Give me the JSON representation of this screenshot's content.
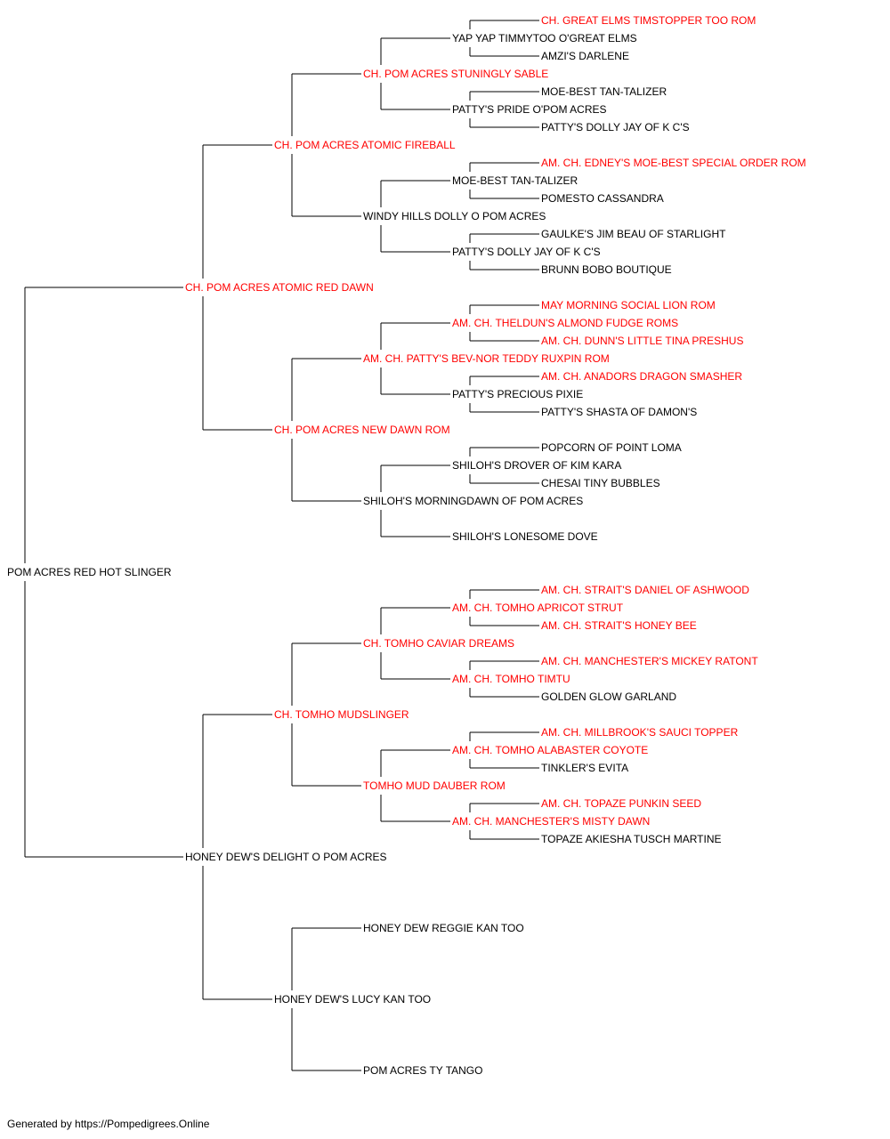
{
  "colors": {
    "champion": "#ff0000",
    "regular": "#000000",
    "line": "#000000"
  },
  "pedigree": {
    "subject": {
      "name": "POM ACRES RED HOT SLINGER",
      "champion": false
    },
    "sire": {
      "name": "CH. POM ACRES ATOMIC RED DAWN",
      "champion": true,
      "sire": {
        "name": "CH. POM ACRES ATOMIC FIREBALL",
        "champion": true,
        "sire": {
          "name": "CH. POM ACRES STUNINGLY SABLE",
          "champion": true,
          "sire": {
            "name": "YAP YAP TIMMYTOO O'GREAT ELMS",
            "champion": false,
            "sire": {
              "name": "CH. GREAT ELMS TIMSTOPPER TOO ROM",
              "champion": true
            },
            "dam": {
              "name": "AMZI'S DARLENE",
              "champion": false
            }
          },
          "dam": {
            "name": "PATTY'S PRIDE O'POM ACRES",
            "champion": false,
            "sire": {
              "name": "MOE-BEST TAN-TALIZER",
              "champion": false
            },
            "dam": {
              "name": "PATTY'S DOLLY JAY OF K C'S",
              "champion": false
            }
          }
        },
        "dam": {
          "name": "WINDY HILLS DOLLY O POM ACRES",
          "champion": false,
          "sire": {
            "name": "MOE-BEST TAN-TALIZER",
            "champion": false,
            "sire": {
              "name": "AM. CH. EDNEY'S MOE-BEST SPECIAL ORDER ROM",
              "champion": true
            },
            "dam": {
              "name": "POMESTO CASSANDRA",
              "champion": false
            }
          },
          "dam": {
            "name": "PATTY'S DOLLY JAY OF K C'S",
            "champion": false,
            "sire": {
              "name": "GAULKE'S JIM BEAU OF STARLIGHT",
              "champion": false
            },
            "dam": {
              "name": "BRUNN BOBO BOUTIQUE",
              "champion": false
            }
          }
        }
      },
      "dam": {
        "name": "CH. POM ACRES NEW DAWN ROM",
        "champion": true,
        "sire": {
          "name": "AM. CH. PATTY'S BEV-NOR TEDDY RUXPIN ROM",
          "champion": true,
          "sire": {
            "name": "AM. CH. THELDUN'S ALMOND FUDGE ROMS",
            "champion": true,
            "sire": {
              "name": "MAY MORNING SOCIAL LION ROM",
              "champion": true
            },
            "dam": {
              "name": "AM. CH. DUNN'S LITTLE TINA PRESHUS",
              "champion": true
            }
          },
          "dam": {
            "name": "PATTY'S PRECIOUS PIXIE",
            "champion": false,
            "sire": {
              "name": "AM. CH. ANADORS DRAGON SMASHER",
              "champion": true
            },
            "dam": {
              "name": "PATTY'S SHASTA OF DAMON'S",
              "champion": false
            }
          }
        },
        "dam": {
          "name": "SHILOH'S MORNINGDAWN OF POM ACRES",
          "champion": false,
          "sire": {
            "name": "SHILOH'S DROVER OF KIM KARA",
            "champion": false,
            "sire": {
              "name": "POPCORN OF POINT LOMA",
              "champion": false
            },
            "dam": {
              "name": "CHESAI TINY BUBBLES",
              "champion": false
            }
          },
          "dam": {
            "name": "SHILOH'S LONESOME DOVE",
            "champion": false
          }
        }
      }
    },
    "dam": {
      "name": "HONEY DEW'S DELIGHT O POM ACRES",
      "champion": false,
      "sire": {
        "name": "CH. TOMHO MUDSLINGER",
        "champion": true,
        "sire": {
          "name": "CH. TOMHO CAVIAR DREAMS",
          "champion": true,
          "sire": {
            "name": "AM. CH. TOMHO APRICOT STRUT",
            "champion": true,
            "sire": {
              "name": "AM. CH. STRAIT'S DANIEL OF ASHWOOD",
              "champion": true
            },
            "dam": {
              "name": "AM. CH. STRAIT'S HONEY BEE",
              "champion": true
            }
          },
          "dam": {
            "name": "AM. CH. TOMHO TIMTU",
            "champion": true,
            "sire": {
              "name": "AM. CH. MANCHESTER'S MICKEY RATONT",
              "champion": true
            },
            "dam": {
              "name": "GOLDEN GLOW GARLAND",
              "champion": false
            }
          }
        },
        "dam": {
          "name": "TOMHO MUD DAUBER ROM",
          "champion": true,
          "sire": {
            "name": "AM. CH. TOMHO ALABASTER COYOTE",
            "champion": true,
            "sire": {
              "name": "AM. CH. MILLBROOK'S SAUCI TOPPER",
              "champion": true
            },
            "dam": {
              "name": "TINKLER'S EVITA",
              "champion": false
            }
          },
          "dam": {
            "name": "AM. CH. MANCHESTER'S MISTY DAWN",
            "champion": true,
            "sire": {
              "name": "AM. CH. TOPAZE PUNKIN SEED",
              "champion": true
            },
            "dam": {
              "name": "TOPAZE AKIESHA TUSCH MARTINE",
              "champion": false
            }
          }
        }
      },
      "dam": {
        "name": "HONEY DEW'S LUCY KAN TOO",
        "champion": false,
        "sire": {
          "name": "HONEY DEW REGGIE KAN TOO",
          "champion": false
        },
        "dam": {
          "name": "POM ACRES TY TANGO",
          "champion": false
        }
      }
    }
  },
  "footer": {
    "text": "Generated by https://Pompedigrees.Online"
  }
}
